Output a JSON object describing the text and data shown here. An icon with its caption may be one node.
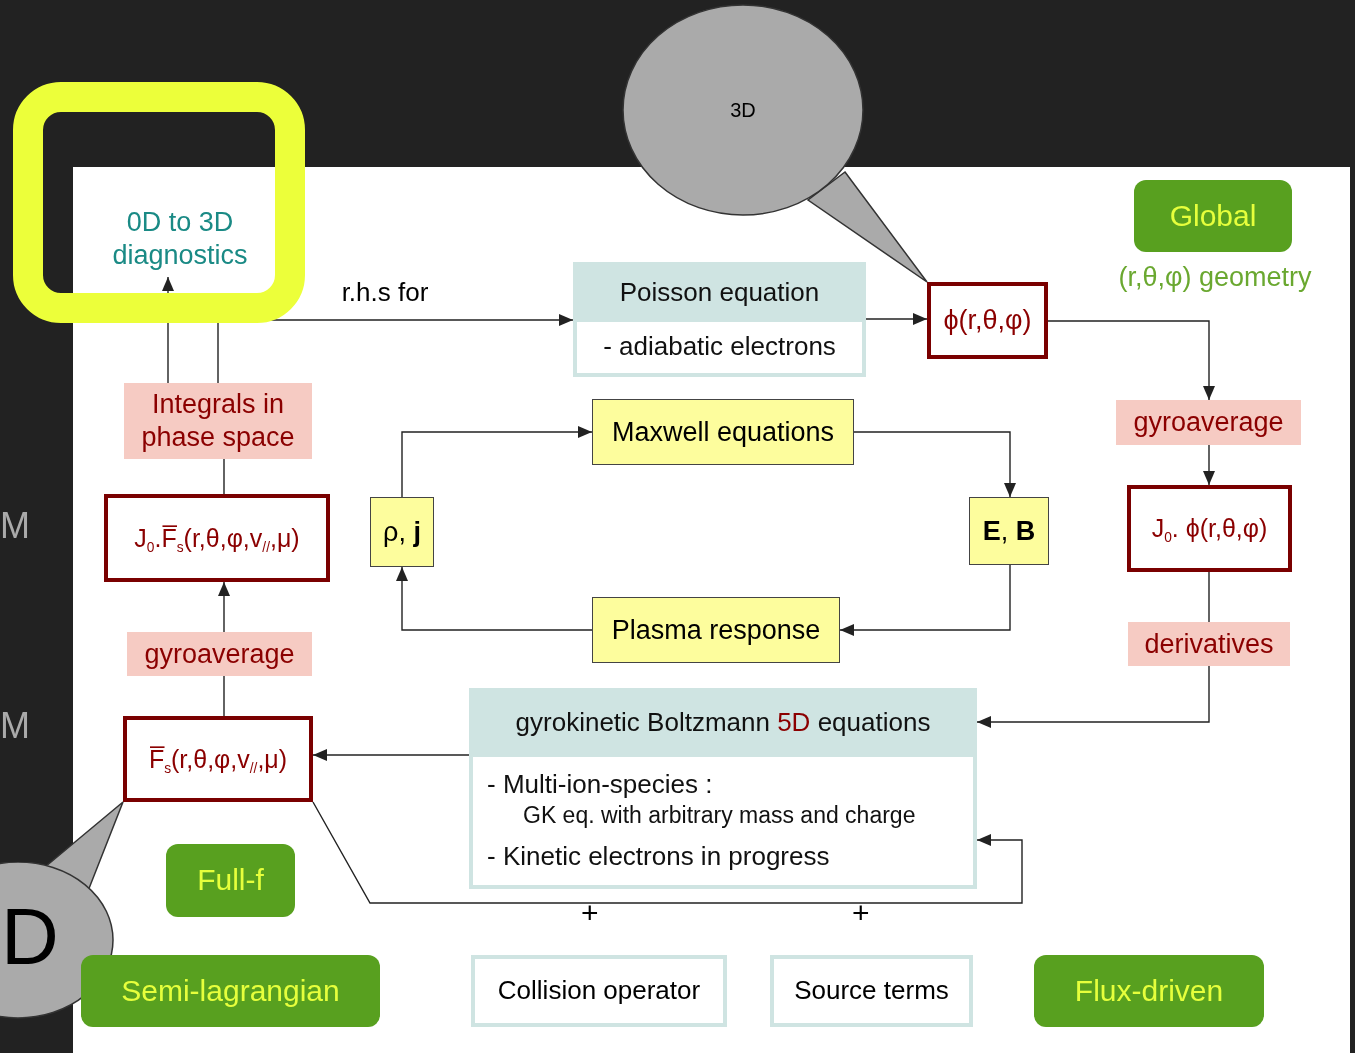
{
  "diagram": {
    "nodes": [
      {
        "text": [],
        "shape": "box"
      },
      {
        "text": [
          "0D to 3D diagnostics"
        ],
        "in": 0
      },
      {
        "text": [
          "3D"
        ]
      },
      {
        "text": [
          "Global"
        ],
        "beside": [
          "(r,θ,φ) geometry"
        ]
      },
      {
        "text": [
          "Poisson equation",
          "- adiabatic electrons"
        ]
      },
      {
        "text": [
          "ϕ(r,θ,φ)"
        ]
      },
      {
        "text": [
          "Integrals in phase space"
        ]
      },
      {
        "text": [
          "Maxwell equations"
        ]
      },
      {
        "text": [
          "gyroaverage"
        ]
      },
      {
        "text": [
          "ρ, **j**"
        ]
      },
      {
        "text": [
          "**E**, **B**"
        ]
      },
      {
        "text": [
          "J$_{0}$.F̅$_{s}$(r,θ,φ,v$_{//}$,μ)"
        ]
      },
      {
        "text": [
          "J$_{0}$. ϕ(r,θ,φ)"
        ]
      },
      {
        "text": [
          "Plasma response"
        ]
      },
      {
        "text": [
          "gyroaverage"
        ]
      },
      {
        "text": [
          "derivatives"
        ]
      },
      {
        "text": [
          "gyrokinetic Boltzmann *5D* equations",
          "- Multi-ion-species :",
          "GK eq. with arbitrary mass and charge",
          "- Kinetic electrons in progress"
        ]
      },
      {
        "text": [
          "F̅$_{s}$(r,θ,φ,v$_{//}$,μ)"
        ]
      },
      {
        "text": [
          "Full-f"
        ]
      },
      {
        "text": [
          "D"
        ]
      },
      {
        "text": [
          "Semi-lagrangian"
        ]
      },
      {
        "text": [
          "Collision operator"
        ]
      },
      {
        "text": [
          "Source terms"
        ]
      },
      {
        "text": [
          "Flux-driven"
        ]
      },
      {
        "text": [],
        "shape": "triangle"
      },
      {
        "text": [],
        "shape": "triangle"
      }
    ],
    "edges": [
      {
        "from": 6,
        "to": 1,
        "arrow": "to"
      },
      {
        "from": 6,
        "to": 4,
        "arrow": "to",
        "label": "r.h.s for"
      },
      {
        "from": 4,
        "to": 5,
        "arrow": "to"
      },
      {
        "from": 5,
        "to": 8,
        "arrow": "to"
      },
      {
        "from": 8,
        "to": 12,
        "arrow": "to"
      },
      {
        "from": 12,
        "to": 15,
        "arrow": "none"
      },
      {
        "from": 15,
        "to": 16,
        "arrow": "to"
      },
      {
        "from": 16,
        "to": 17,
        "arrow": "to"
      },
      {
        "from": 17,
        "to": 14,
        "arrow": "none"
      },
      {
        "from": 14,
        "to": 11,
        "arrow": "to"
      },
      {
        "from": 11,
        "to": 6,
        "arrow": "none"
      },
      {
        "from": 7,
        "to": 10,
        "arrow": "to"
      },
      {
        "from": 10,
        "to": 13,
        "arrow": "to"
      },
      {
        "from": 13,
        "to": 9,
        "arrow": "to"
      },
      {
        "from": 9,
        "to": 7,
        "arrow": "to"
      },
      {
        "from": 17,
        "to": 16,
        "arrow": "to"
      }
    ],
    "labels": [
      "M",
      "M",
      "+",
      "+"
    ]
  }
}
